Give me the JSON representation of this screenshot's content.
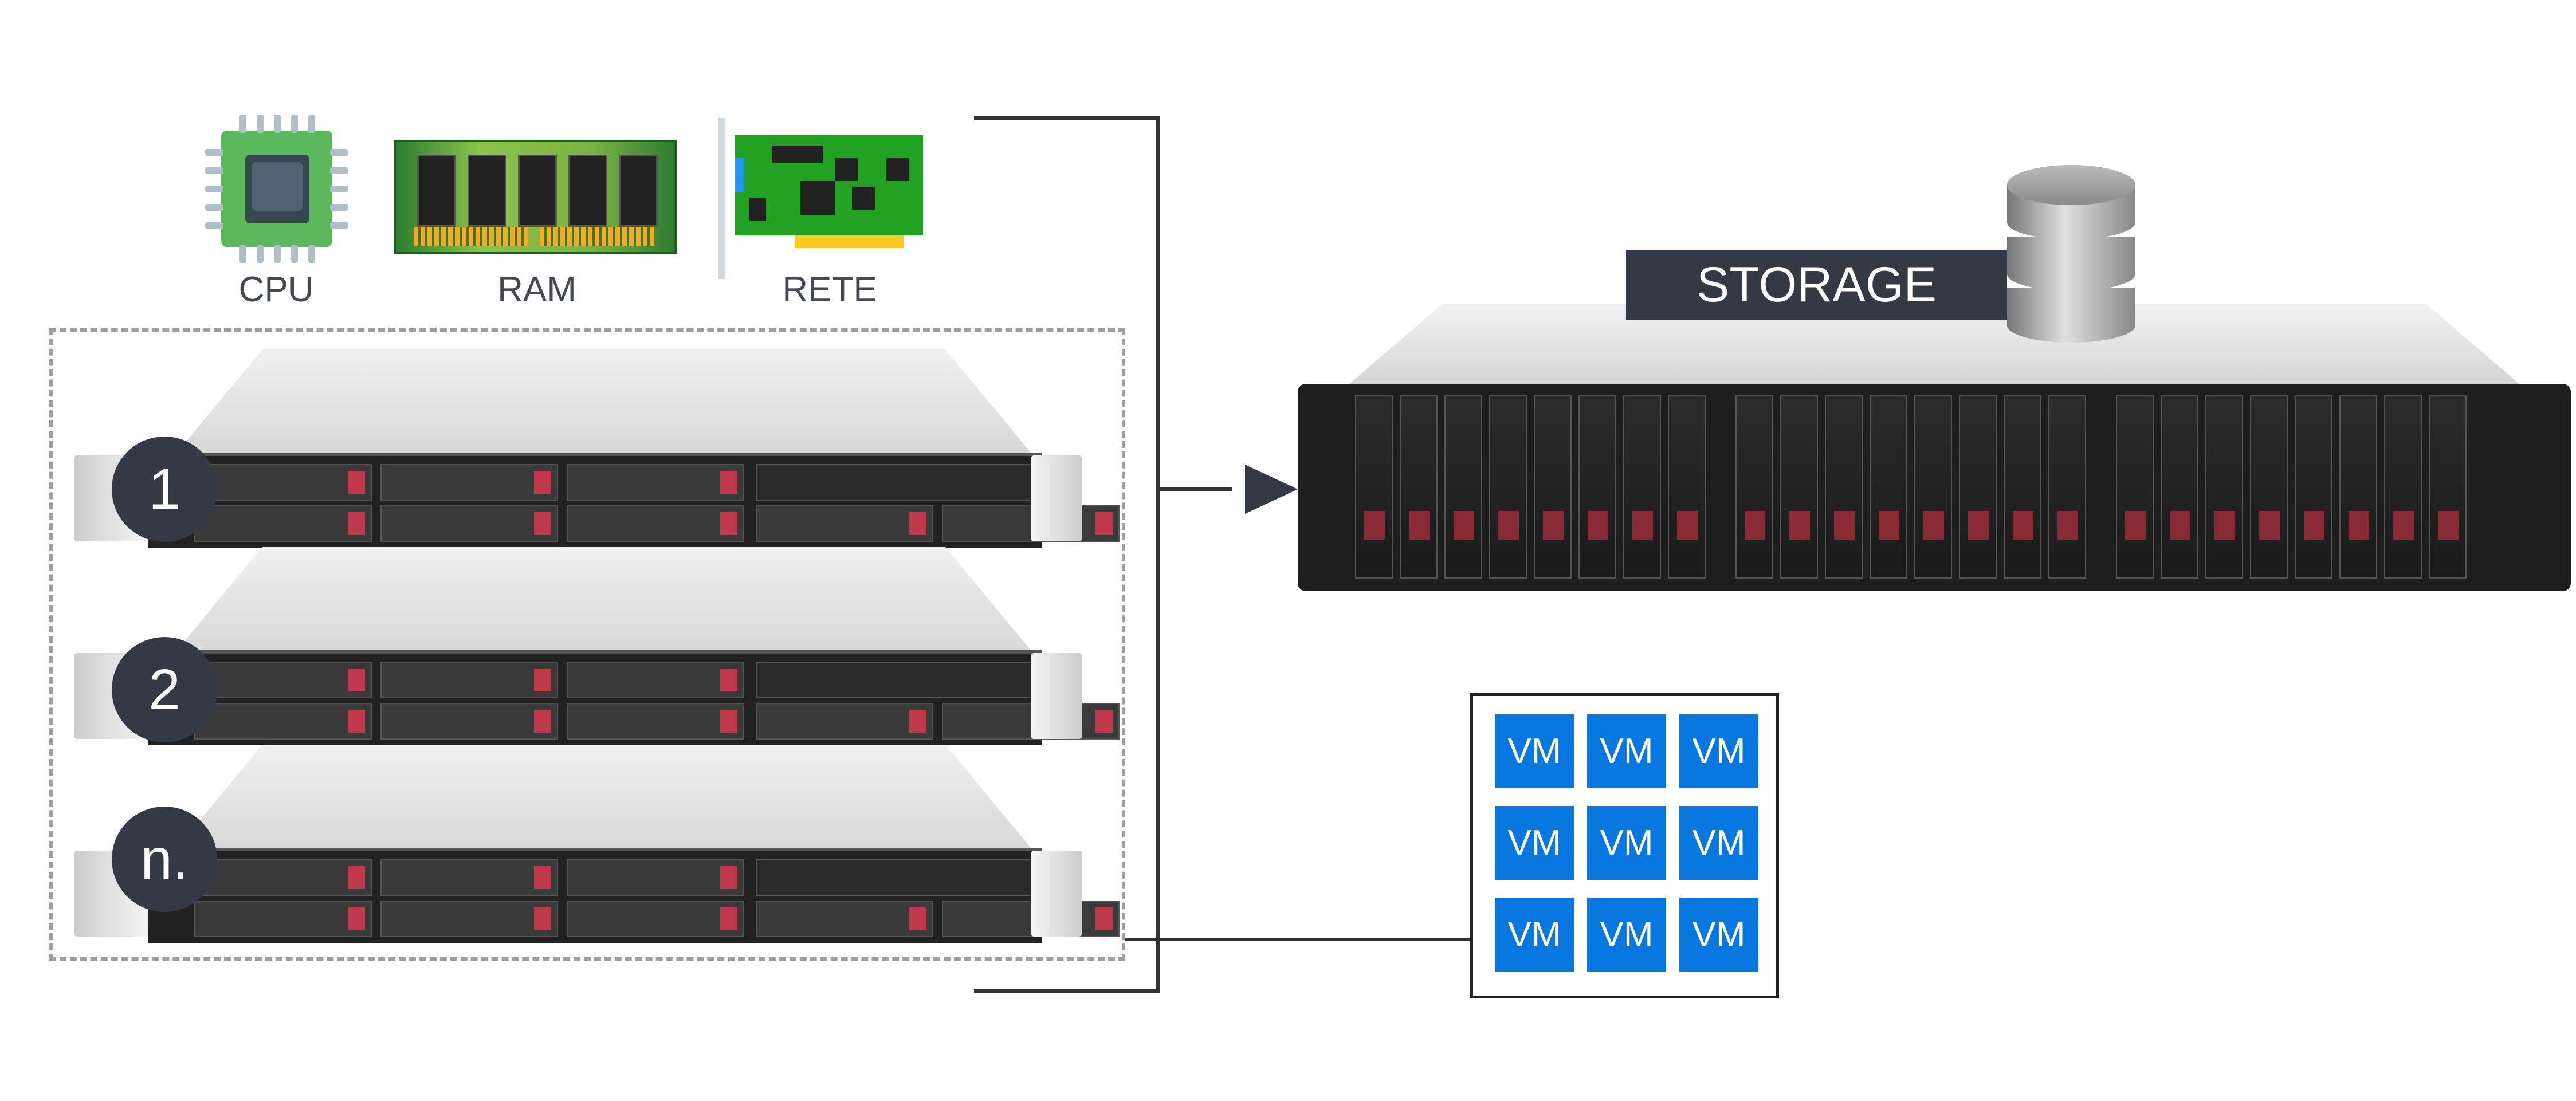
{
  "components": {
    "cpu_label": "CPU",
    "ram_label": "RAM",
    "network_label": "RETE"
  },
  "servers": [
    {
      "badge": "1"
    },
    {
      "badge": "2"
    },
    {
      "badge": "n."
    }
  ],
  "storage": {
    "label": "STORAGE"
  },
  "vms": [
    "VM",
    "VM",
    "VM",
    "VM",
    "VM",
    "VM",
    "VM",
    "VM",
    "VM"
  ],
  "colors": {
    "badge": "#323a45",
    "vm_tile": "#0878e0",
    "connector": "#333333"
  }
}
